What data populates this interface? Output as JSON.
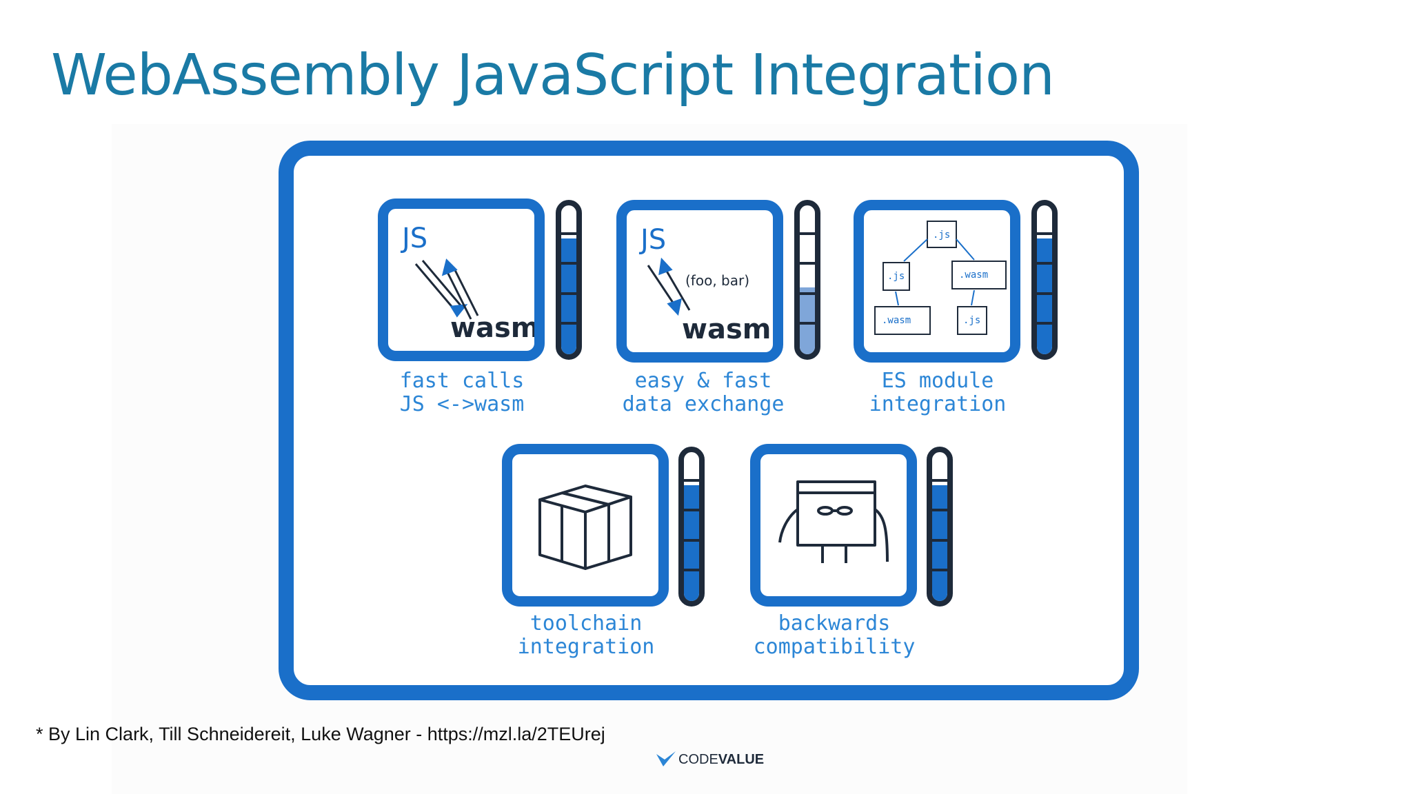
{
  "slide": {
    "title": "WebAssembly JavaScript Integration",
    "credit": "* By Lin Clark, Till Schneidereit, Luke Wagner - https://mzl.la/2TEUrej",
    "logo": {
      "part1": "CODE",
      "part2": "VALUE"
    }
  },
  "illustration": {
    "tiles": [
      {
        "caption": "fast calls\nJS <->wasm",
        "top_label": "JS",
        "bottom_label": "wasm",
        "progress": 0.78
      },
      {
        "caption": "easy & fast\ndata exchange",
        "top_label": "JS",
        "bottom_label": "wasm",
        "note": "(foo, bar)",
        "progress": 0.45
      },
      {
        "caption": "ES module\nintegration",
        "files": [
          ".js",
          ".js",
          ".wasm",
          ".wasm",
          ".js"
        ],
        "progress": 0.78
      },
      {
        "caption": "toolchain\nintegration",
        "progress": 0.78
      },
      {
        "caption": "backwards\ncompatibility",
        "progress": 0.78
      }
    ]
  },
  "colors": {
    "title": "#1a7aa5",
    "frame": "#1a6fc9",
    "fill_full": "#1a6fc9",
    "fill_light": "#7fa6d9",
    "outline": "#1e2a3a"
  }
}
